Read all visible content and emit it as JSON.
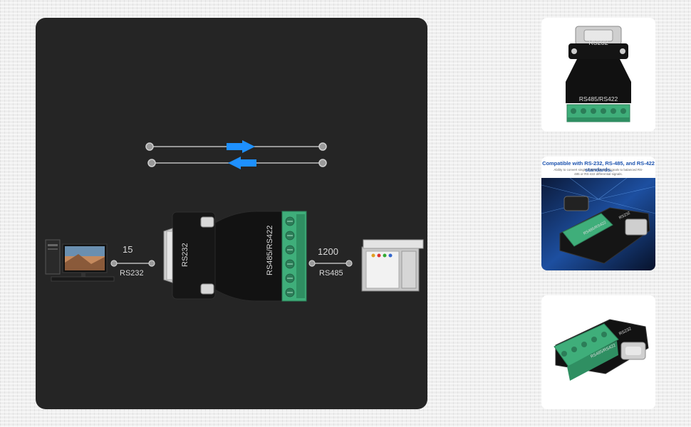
{
  "main": {
    "left_distance": "15",
    "left_protocol": "RS232",
    "right_distance": "1200",
    "right_protocol": "RS485",
    "adapter_db9_label": "RS232",
    "adapter_terminal_label": "RS485/RS422"
  },
  "thumbnails": [
    {
      "db9_label": "RS232",
      "terminal_label": "RS485/RS422"
    },
    {
      "heading": "Compatible with RS-232, RS-485, and RS-422 standards.",
      "subtext": "Ability to convert single-ended RS-232 signals to balanced RS-485 or RS-422 differential signals.",
      "terminal_label": "RS485/RS422",
      "db9_label": "RS232"
    },
    {
      "terminal_label": "RS485/RS422",
      "db9_label": "RS232"
    }
  ],
  "colors": {
    "panel_bg": "#252525",
    "arrow_blue": "#1e90ff",
    "terminal_green": "#3fae7a",
    "adapter_black": "#111111"
  }
}
